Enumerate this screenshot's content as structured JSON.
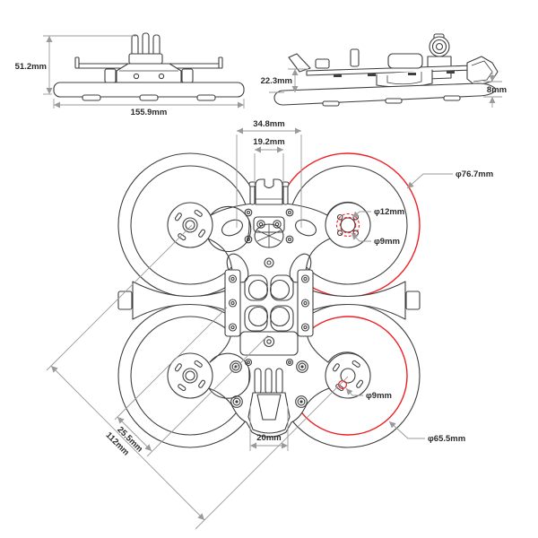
{
  "document_type": "technical dimension drawing",
  "subject": "cinewhoop drone frame with propeller ducts",
  "colors": {
    "background": "#ffffff",
    "outline": "#3f3f3f",
    "dimension_lines": "#9a9a9a",
    "highlight_red": "#ee2024",
    "label_text": "#2b2b2b"
  },
  "drawing": {
    "front_view": {
      "height": "51.2mm",
      "width": "155.9mm"
    },
    "side_view": {
      "height": "22.3mm",
      "base_thickness": "8mm"
    },
    "top_view": {
      "front_mount_width": "34.8mm",
      "camera_mount_width": "19.2mm",
      "duct_outer_diameter": "φ76.7mm",
      "motor_bolt_circle": "φ12mm",
      "motor_inner_circle": "φ9mm",
      "motor_shaft_hole": "φ9mm",
      "duct_inner_diameter": "φ65.5mm",
      "rear_mount_width": "20mm",
      "diagonal_offset": "25.5mm",
      "diagonal_wheelbase": "112mm"
    }
  }
}
